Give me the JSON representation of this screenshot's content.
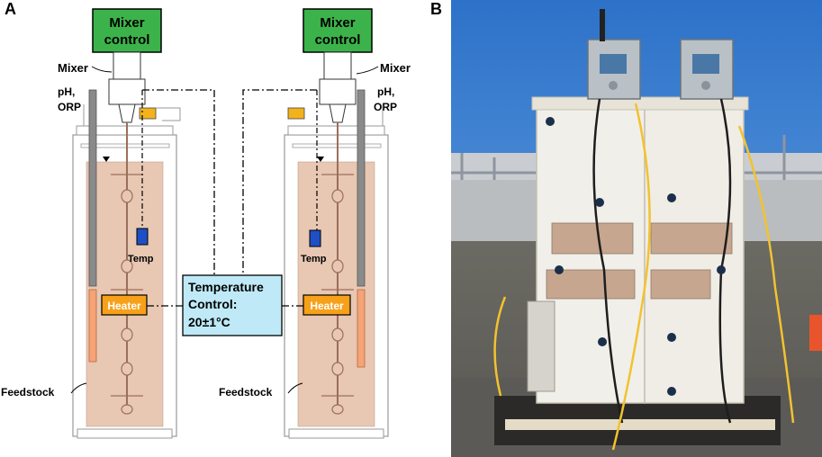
{
  "panels": {
    "a": "A",
    "b": "B"
  },
  "reactor_left": {
    "mixer_control": [
      "Mixer",
      "control"
    ],
    "mixer": "Mixer",
    "probe": [
      "pH,",
      "ORP"
    ],
    "temp": "Temp",
    "heater": "Heater",
    "feedstock": "Feedstock"
  },
  "reactor_right": {
    "mixer_control": [
      "Mixer",
      "control"
    ],
    "mixer": "Mixer",
    "probe": [
      "pH,",
      "ORP"
    ],
    "temp": "Temp",
    "heater": "Heater",
    "feedstock": "Feedstock"
  },
  "temperature_control": [
    "Temperature",
    "Control:",
    "20±1°C"
  ],
  "colors": {
    "mixer_control": "#3cb34a",
    "heater": "#f7a11a",
    "temp_probe": "#1f4fc4",
    "probe_fitting": "#f2b21c",
    "liquid": "#e8c7b3",
    "temperature_control": "#bfe9f7",
    "sky": "#2d72c9",
    "tank": "#f1efe9"
  }
}
